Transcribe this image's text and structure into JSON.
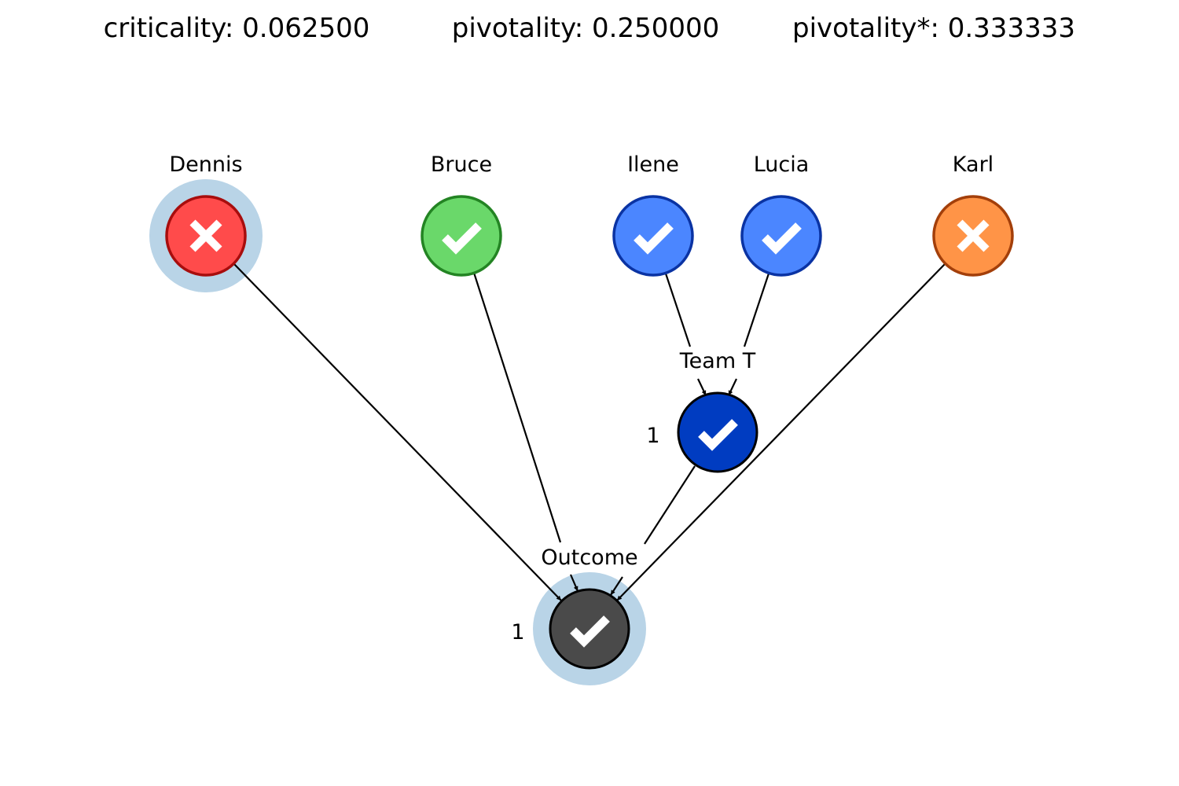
{
  "metrics": {
    "criticality": "criticality: 0.062500",
    "pivotality": "pivotality: 0.250000",
    "pivotality_star": "pivotality*: 0.333333"
  },
  "nodes": {
    "dennis": {
      "label": "Dennis",
      "state": "fail",
      "fill": "#ff4b4b",
      "stroke": "#a80d0d",
      "highlighted": true
    },
    "bruce": {
      "label": "Bruce",
      "state": "pass",
      "fill": "#6ad86a",
      "stroke": "#238423",
      "highlighted": false
    },
    "ilene": {
      "label": "Ilene",
      "state": "pass",
      "fill": "#4b86ff",
      "stroke": "#0a33a3",
      "highlighted": false
    },
    "lucia": {
      "label": "Lucia",
      "state": "pass",
      "fill": "#4b86ff",
      "stroke": "#0a33a3",
      "highlighted": false
    },
    "karl": {
      "label": "Karl",
      "state": "fail",
      "fill": "#ff9447",
      "stroke": "#a33f0a",
      "highlighted": false
    },
    "team_t": {
      "label": "Team T",
      "threshold": "1",
      "state": "pass",
      "fill": "#003cc1",
      "stroke": "#000000",
      "highlighted": false
    },
    "outcome": {
      "label": "Outcome",
      "threshold": "1",
      "state": "pass",
      "fill": "#4a4a4a",
      "stroke": "#000000",
      "highlighted": true
    }
  },
  "edges": [
    {
      "from": "dennis",
      "to": "outcome"
    },
    {
      "from": "bruce",
      "to": "outcome"
    },
    {
      "from": "team_t",
      "to": "outcome"
    },
    {
      "from": "karl",
      "to": "outcome"
    },
    {
      "from": "ilene",
      "to": "team_t"
    },
    {
      "from": "lucia",
      "to": "team_t"
    }
  ],
  "colors": {
    "highlight_halo": "#b9d4e7",
    "edge": "#000000",
    "mark": "#ffffff"
  }
}
